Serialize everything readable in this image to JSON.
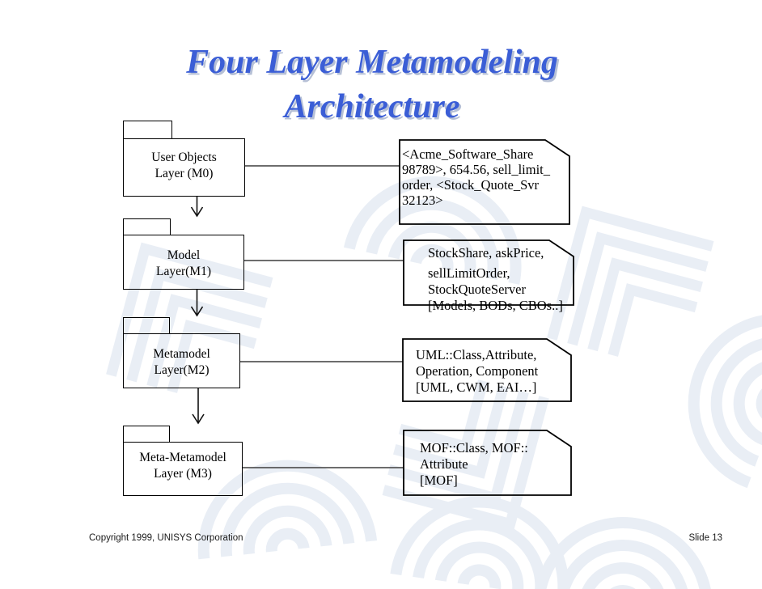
{
  "slide": {
    "title_lines": [
      "Four Layer Metamodeling",
      "Architecture"
    ],
    "footer": {
      "copyright": "Copyright 1999,  UNISYS Corporation",
      "slide_number": "Slide 13"
    }
  },
  "colors": {
    "background": "#ffffff",
    "title_text": "#3b5ed6",
    "title_shadow": "#b6c0d6",
    "shape_outline": "#000000",
    "connector": "#3d3d3d",
    "watermark": "#e9eef5"
  },
  "icons": {
    "down_arrow": "open V arrowhead on vertical line",
    "note_fold": "dog-ear cut corner, top-right of note",
    "package_tab": "small rectangle tab, top-left of folder"
  },
  "layers": [
    {
      "name": "M0",
      "folder_lines": [
        "User Objects",
        "Layer (M0)"
      ],
      "note_lines": [
        "<Acme_Software_Share",
        "98789>, 654.56, sell_limit_",
        "order, <Stock_Quote_Svr",
        "32123>"
      ]
    },
    {
      "name": "M1",
      "folder_lines": [
        "Model",
        "Layer(M1)"
      ],
      "note_lines": [
        "StockShare, askPrice,",
        "sellLimitOrder,",
        "StockQuoteServer",
        "[Models, BODs, CBOs..]"
      ]
    },
    {
      "name": "M2",
      "folder_lines": [
        "Metamodel",
        "Layer(M2)"
      ],
      "note_lines": [
        "UML::Class,Attribute,",
        "Operation, Component",
        "[UML, CWM, EAI…]"
      ]
    },
    {
      "name": "M3",
      "folder_lines": [
        "Meta-Metamodel",
        "Layer (M3)"
      ],
      "note_lines": [
        "MOF::Class, MOF::",
        "Attribute",
        "[MOF]"
      ]
    }
  ]
}
